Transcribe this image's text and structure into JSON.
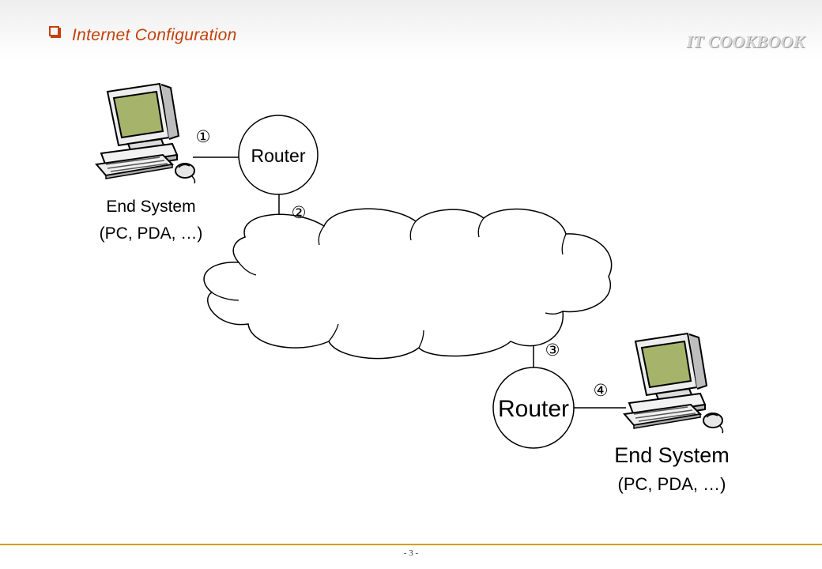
{
  "header": {
    "title": "Internet Configuration",
    "brand": "IT COOKBOOK",
    "accent_color": "#c2410c",
    "brand_color": "#d9d9d9"
  },
  "diagram": {
    "router_top": {
      "label": "Router"
    },
    "router_bottom": {
      "label": "Router"
    },
    "end_system_top": {
      "label": "End System",
      "detail": "(PC, PDA, …)"
    },
    "end_system_bottom": {
      "label": "End System",
      "detail": "(PC, PDA, …)"
    },
    "links": [
      "①",
      "②",
      "③",
      "④"
    ],
    "network_icon": "cloud-icon",
    "computer_icon": "desktop-computer-icon"
  },
  "footer": {
    "page": "- 3 -",
    "rule_color": "#d4a017"
  }
}
